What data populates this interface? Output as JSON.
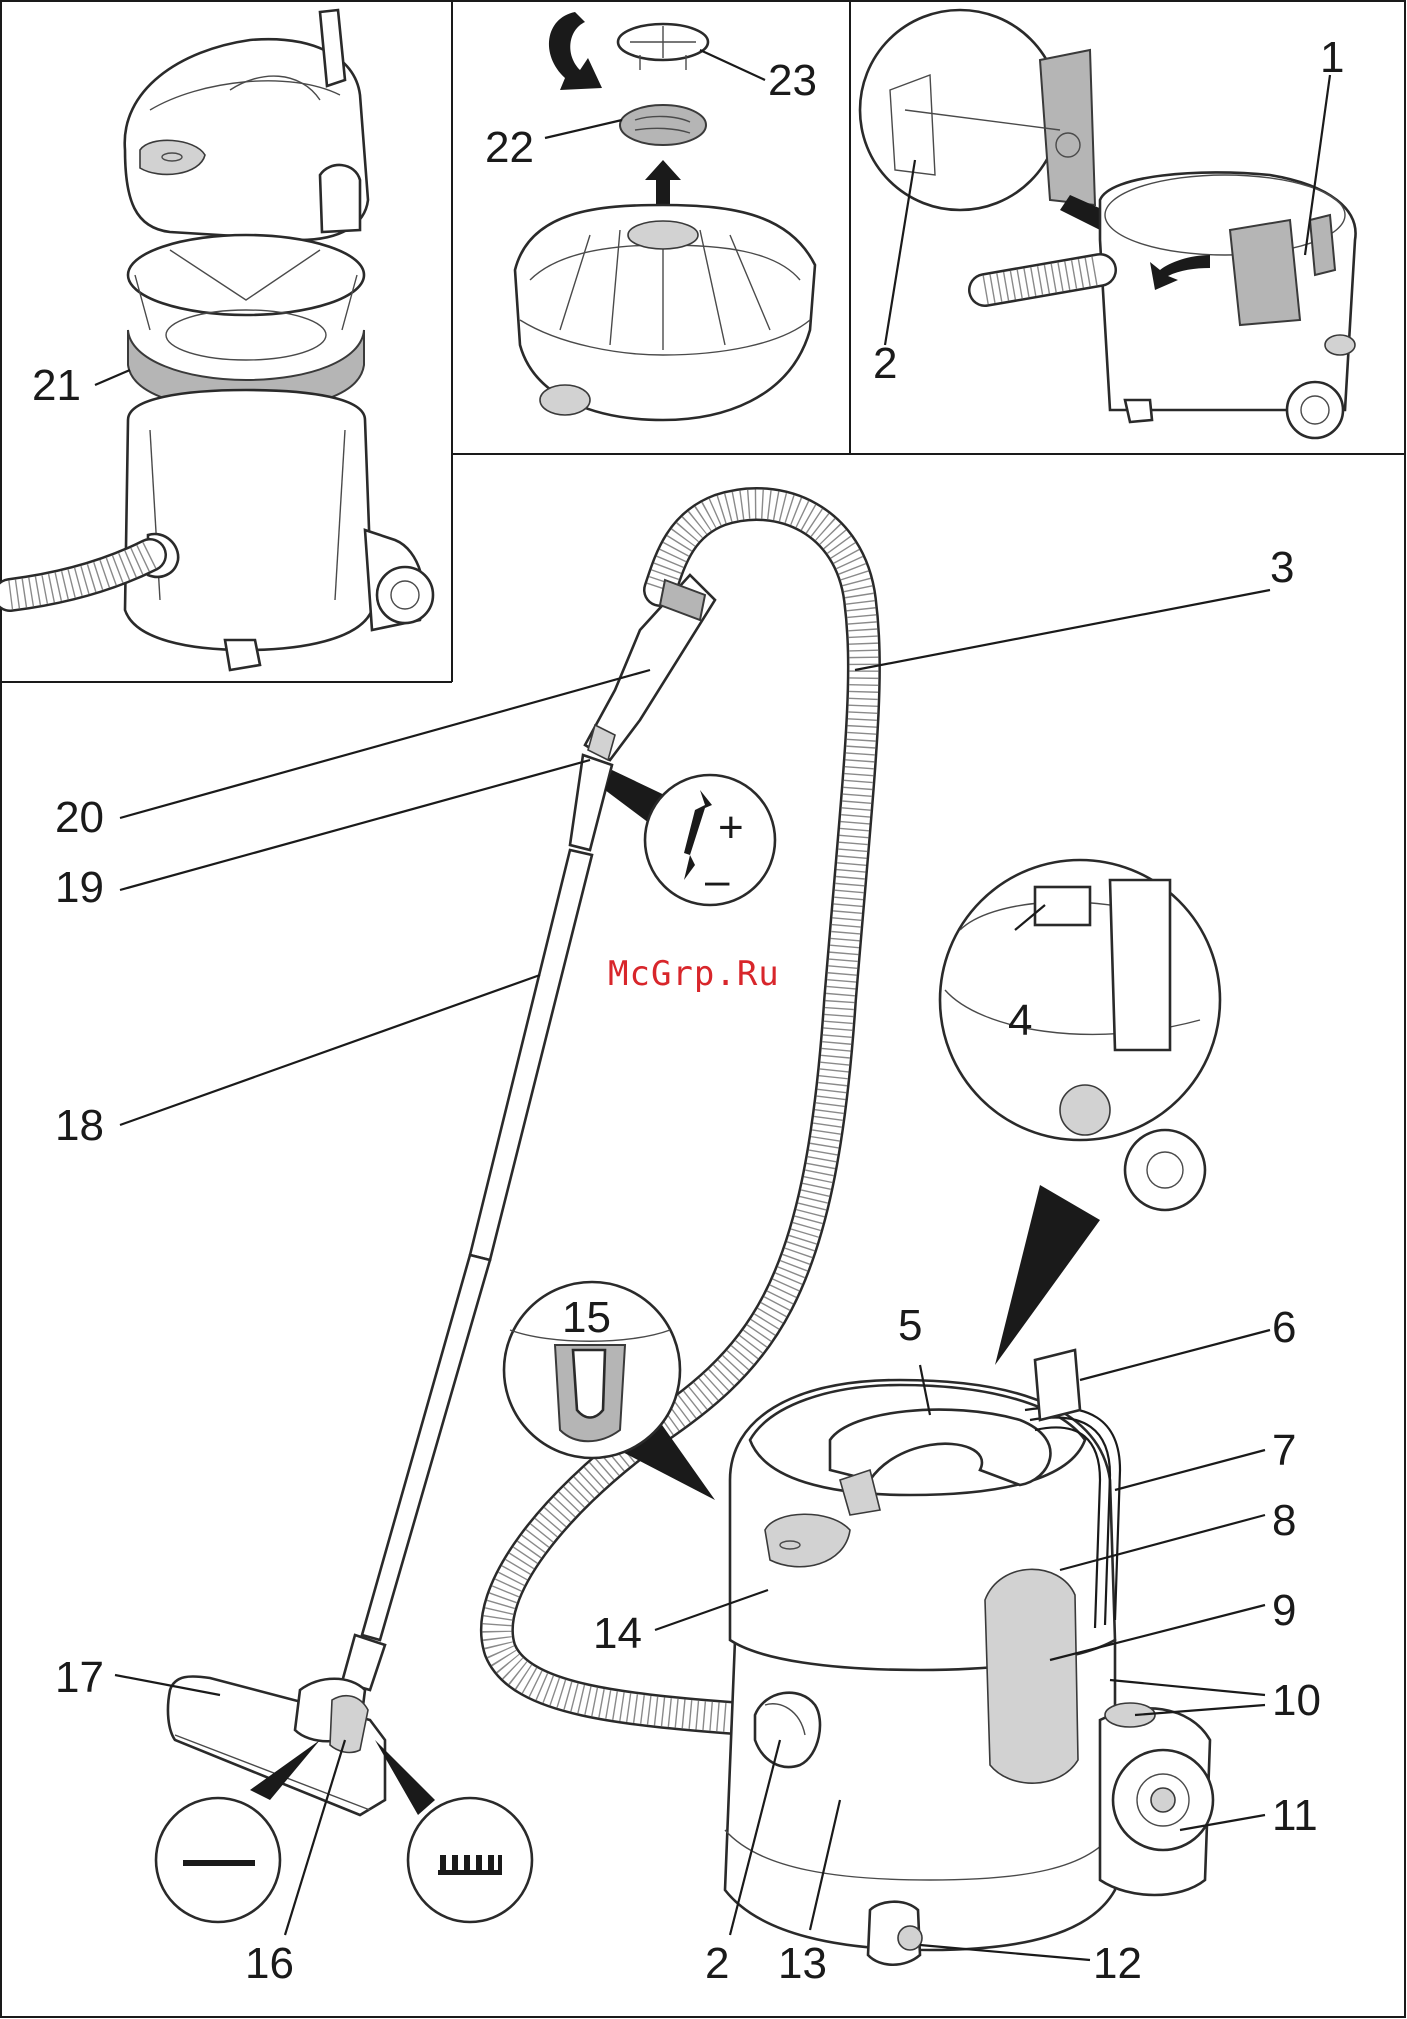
{
  "watermark": "McGrp.Ru",
  "callouts": {
    "c1": "1",
    "c2": "2",
    "c3": "3",
    "c4": "4",
    "c5": "5",
    "c6": "6",
    "c7": "7",
    "c8": "8",
    "c9": "9",
    "c10": "10",
    "c11": "11",
    "c12": "12",
    "c13": "13",
    "c14": "14",
    "c15": "15",
    "c16": "16",
    "c17": "17",
    "c18": "18",
    "c19": "19",
    "c20": "20",
    "c21": "21",
    "c22": "22",
    "c23": "23"
  },
  "suction_symbols": {
    "plus": "+",
    "minus": "–"
  },
  "colors": {
    "line": "#1a1a1a",
    "grey_part": "#b5b5b5",
    "watermark": "#d8262b"
  }
}
